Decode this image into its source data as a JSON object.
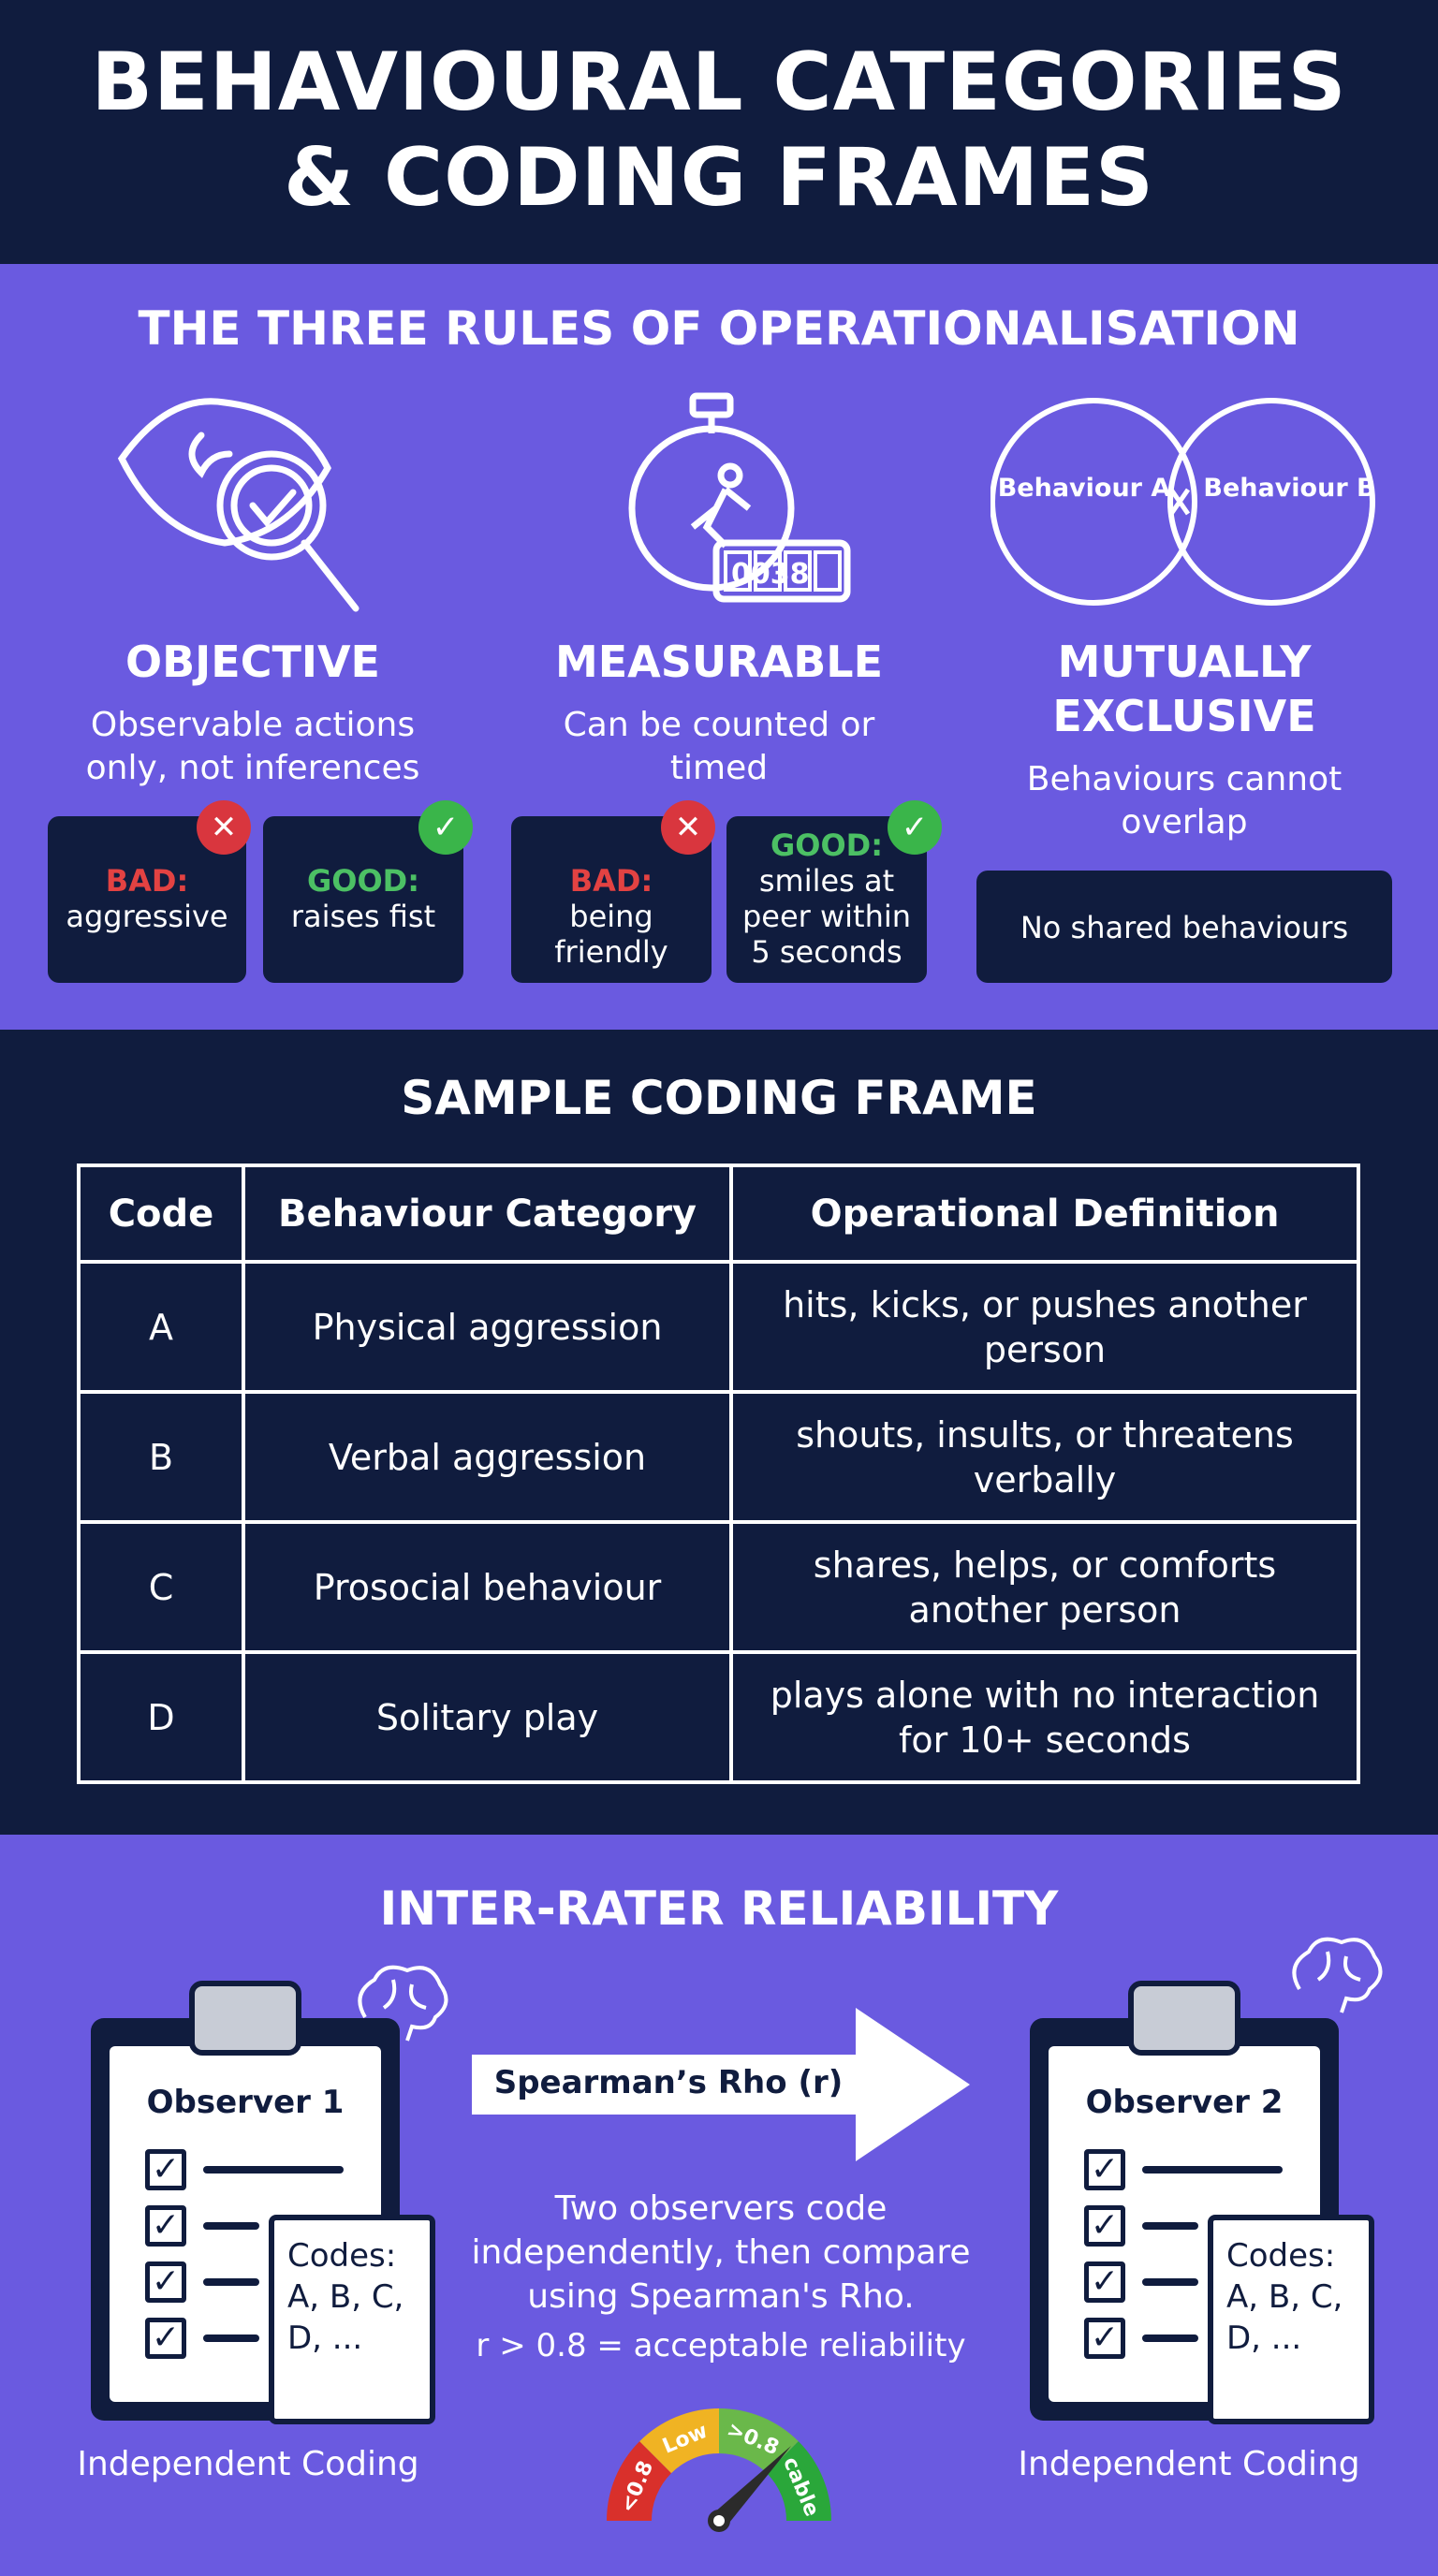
{
  "header": {
    "title_line1": "BEHAVIOURAL CATEGORIES",
    "title_line2": "& CODING FRAMES"
  },
  "rules": {
    "title": "THE THREE RULES OF OPERATIONALISATION",
    "items": [
      {
        "heading": "OBJECTIVE",
        "desc": "Observable actions only, not inferences",
        "icon": "eye-magnifier-check-icon",
        "bad_label": "BAD:",
        "bad_text": "aggressive",
        "good_label": "GOOD:",
        "good_text": "raises fist"
      },
      {
        "heading": "MEASURABLE",
        "desc": "Can be counted or timed",
        "icon": "stopwatch-counter-icon",
        "counter": "0038",
        "bad_label": "BAD:",
        "bad_text": "being friendly",
        "good_label": "GOOD:",
        "good_text": "smiles at peer within 5 seconds"
      },
      {
        "heading": "MUTUALLY EXCLUSIVE",
        "desc": "Behaviours cannot overlap",
        "icon": "venn-diagram-icon",
        "venn_a": "Behaviour A",
        "venn_b": "Behaviour B",
        "note": "No shared behaviours"
      }
    ]
  },
  "coding_frame": {
    "title": "SAMPLE CODING FRAME",
    "columns": [
      "Code",
      "Behaviour Category",
      "Operational Definition"
    ],
    "rows": [
      [
        "A",
        "Physical aggression",
        "hits, kicks, or pushes another person"
      ],
      [
        "B",
        "Verbal aggression",
        "shouts, insults, or threatens verbally"
      ],
      [
        "C",
        "Prosocial behaviour",
        "shares, helps, or comforts another person"
      ],
      [
        "D",
        "Solitary play",
        "plays alone with no interaction for 10+ seconds"
      ]
    ]
  },
  "reliability": {
    "title": "INTER-RATER RELIABILITY",
    "observer1": "Observer 1",
    "observer2": "Observer 2",
    "codes": "Codes: A, B, C, D, ...",
    "caption": "Independent Coding",
    "arrow_label": "Spearman’s Rho (r)",
    "desc": "Two observers code independently, then compare using Spearman's Rho.",
    "threshold": "r > 0.8 = acceptable reliability",
    "gauge": {
      "segments": [
        {
          "label": "<0.8",
          "color": "#d9302b"
        },
        {
          "label": "Low",
          "color": "#f0b323"
        },
        {
          "label": ">0.8",
          "color": "#6ab84a"
        },
        {
          "label": "cable",
          "color": "#2aa73a"
        }
      ]
    }
  },
  "colors": {
    "navy": "#101c3e",
    "purple": "#6a5ae0",
    "bad": "#e34242",
    "good": "#4cc064"
  }
}
